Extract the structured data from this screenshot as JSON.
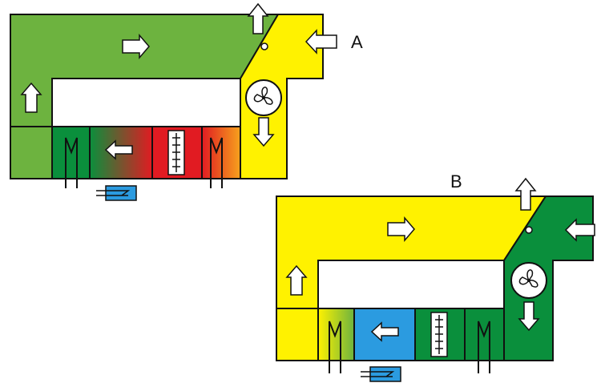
{
  "units": [
    {
      "label": "A",
      "outside_zone_color": "#6db33f",
      "inside_zone_color": "#fff200",
      "sections": [
        "damper",
        "heating-coil",
        "electric-heater",
        "damper"
      ],
      "gradient_from": "#0a8f3c",
      "gradient_to": "#e11b22"
    },
    {
      "label": "B",
      "outside_zone_color": "#0a8f3c",
      "inside_zone_color": "#fff200",
      "sections": [
        "damper",
        "cooling-coil",
        "electric-heater",
        "damper"
      ],
      "gradient_from": "#fff200",
      "gradient_to": "#6db33f"
    }
  ],
  "colors": {
    "stroke": "#111111",
    "cool_blue": "#2b9be0",
    "red": "#e11b22",
    "orange": "#f7941d"
  }
}
